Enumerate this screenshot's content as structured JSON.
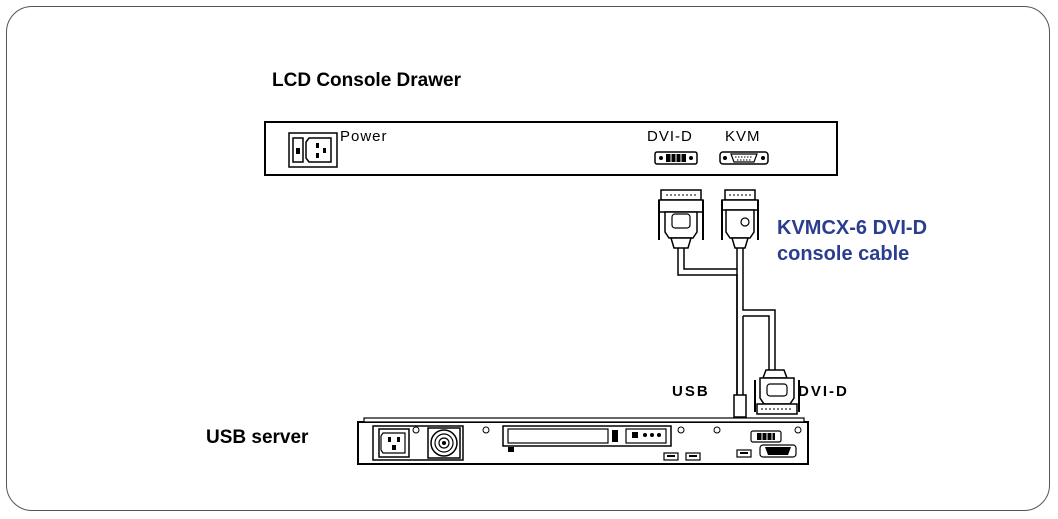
{
  "labels": {
    "drawer_title": "LCD Console Drawer",
    "power": "Power",
    "dvi_d_port": "DVI-D",
    "kvm_port": "KVM",
    "cable_line1": "KVMCX-6 DVI-D",
    "cable_line2": "console cable",
    "usb_plug": "USB",
    "dvi_d_plug": "DVI-D",
    "server_title": "USB server"
  },
  "colors": {
    "cable_label": "#2a3d8f",
    "line": "#000000"
  }
}
